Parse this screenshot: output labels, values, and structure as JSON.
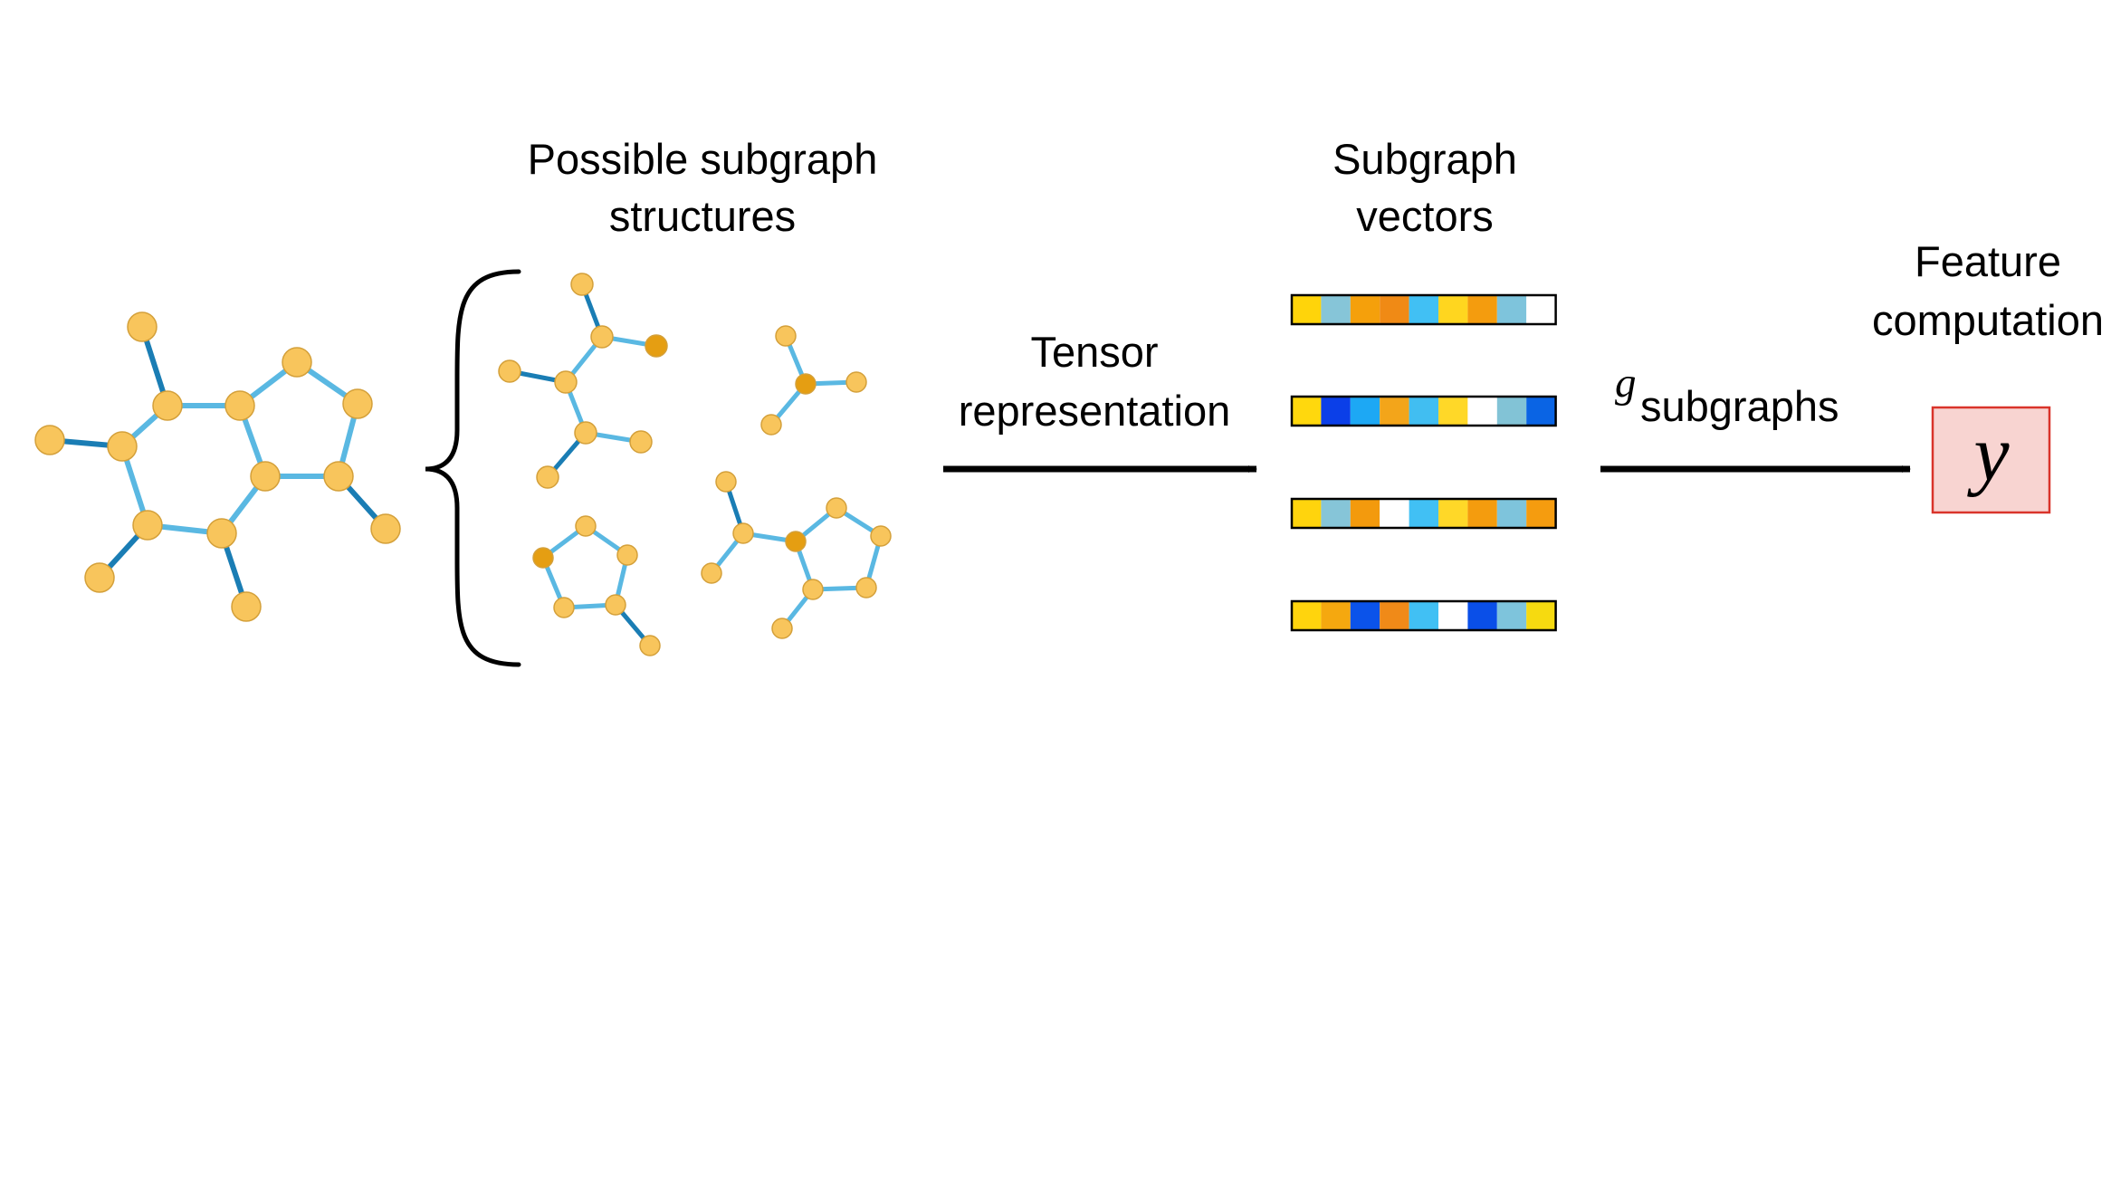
{
  "labels": {
    "subgraph_structures": [
      "Possible subgraph",
      "structures"
    ],
    "tensor": [
      "Tensor",
      "representation"
    ],
    "subgraph_vectors": [
      "Subgraph",
      "vectors"
    ],
    "feature": [
      "Feature",
      "computation"
    ],
    "g_symbol": "g",
    "g_subscript": "subgraphs",
    "output_symbol": "y"
  },
  "colors": {
    "node_fill": "#f8c55c",
    "node_dark": "#e59e12",
    "node_stroke": "#d4a03a",
    "edge_light": "#5ab8e2",
    "edge_dark": "#1a7db4",
    "output_fill": "#f8d4d1",
    "output_stroke": "#d9342b"
  },
  "vectors": [
    [
      "#ffd40a",
      "#86c5d8",
      "#f5a00b",
      "#f08a15",
      "#41c0f4",
      "#ffd61f",
      "#f49c0e",
      "#7ec4dc",
      "#ffffff"
    ],
    [
      "#ffd80d",
      "#0b3fe8",
      "#1da8f4",
      "#f3a51a",
      "#41bef1",
      "#ffd828",
      "#ffffff",
      "#82c3d6",
      "#0a64e4"
    ],
    [
      "#ffd40d",
      "#86c5d8",
      "#f39a0d",
      "#ffffff",
      "#41c0f4",
      "#ffd828",
      "#f49c0e",
      "#7ec4dc",
      "#f59c0f"
    ],
    [
      "#ffd40d",
      "#f5a80f",
      "#0b53ea",
      "#f08a18",
      "#41c0f4",
      "#ffffff",
      "#0a4fe8",
      "#7ec4dc",
      "#f6da10"
    ]
  ]
}
